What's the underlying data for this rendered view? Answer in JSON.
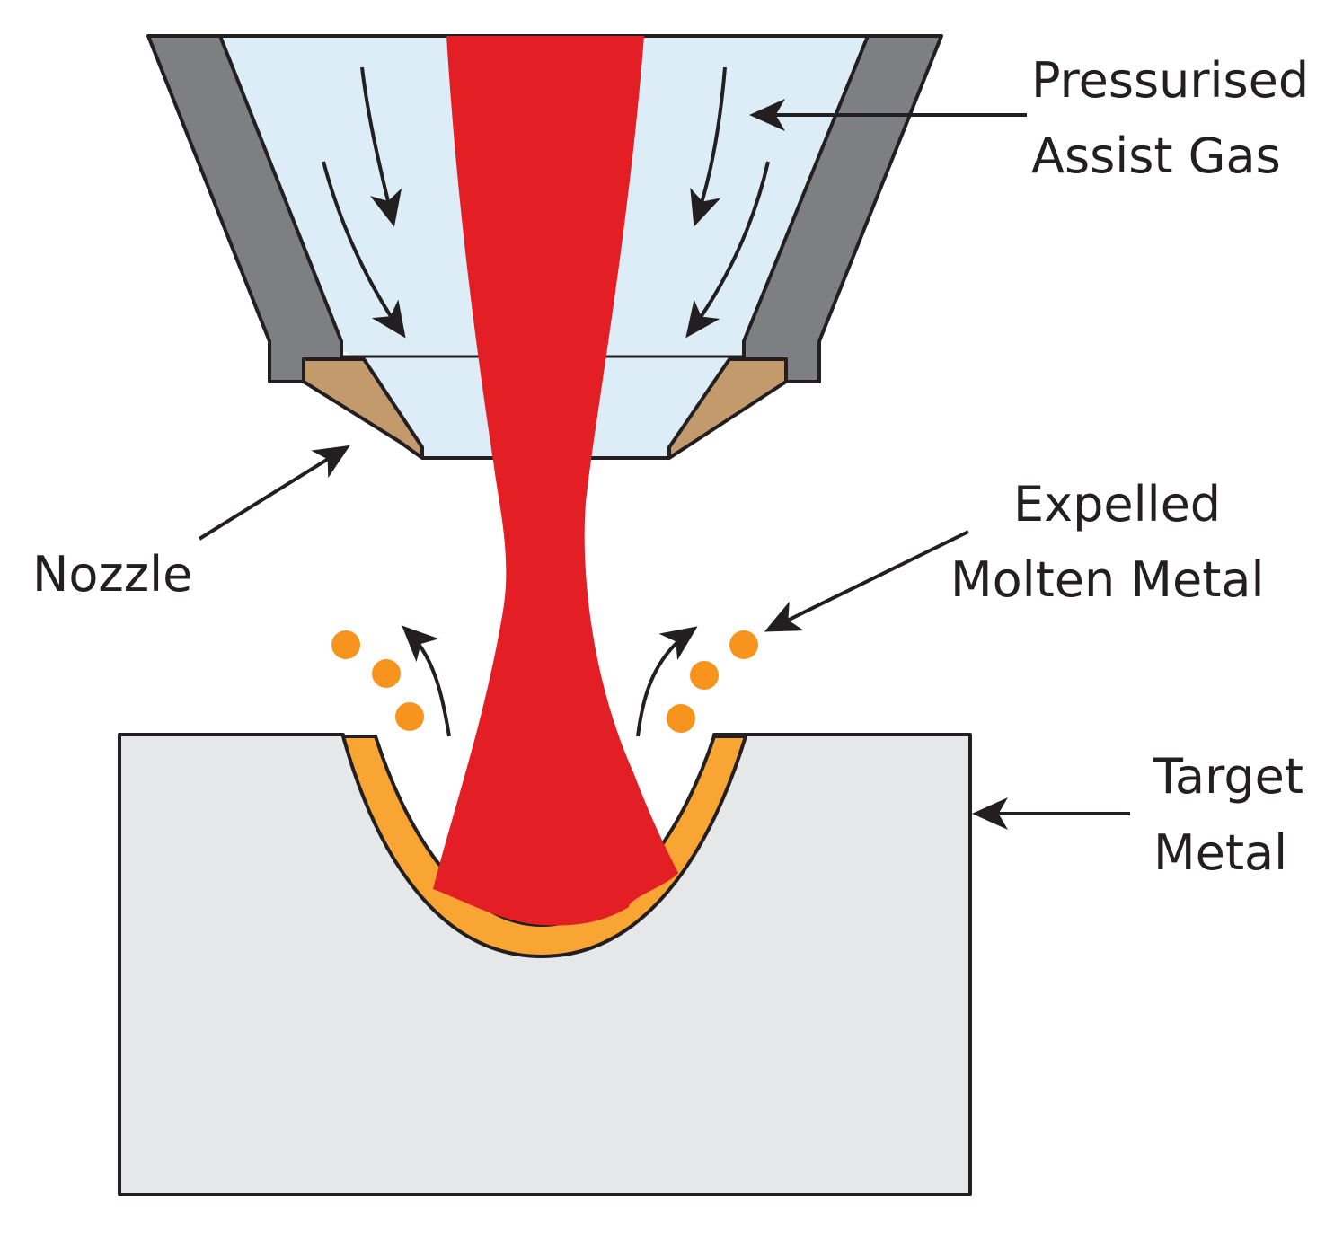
{
  "labels": {
    "assist_gas_line1": "Pressurised",
    "assist_gas_line2": "Assist Gas",
    "nozzle": "Nozzle",
    "expelled_line1": "Expelled",
    "expelled_line2": "Molten Metal",
    "target_line1": "Target",
    "target_line2": "Metal"
  },
  "colors": {
    "nozzle_housing": "#7d7f82",
    "assist_gas": "#dcedf7",
    "nozzle_tip": "#c39a6b",
    "laser_beam": "#e31e25",
    "target_metal": "#e6e7e9",
    "molten_layer": "#f9a533",
    "molten_droplets": "#f7941d",
    "outline": "#231f20"
  }
}
